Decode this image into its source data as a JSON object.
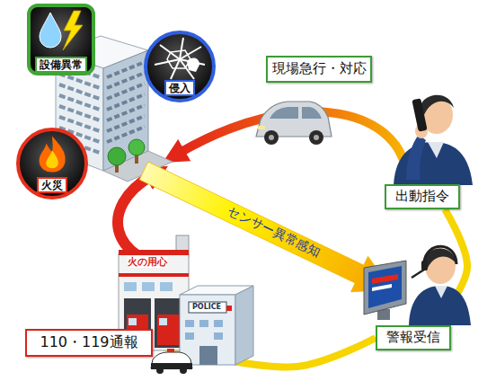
{
  "diagram": {
    "nodes": [
      {
        "text": [
          "設備異常"
        ]
      },
      {
        "text": [
          "侵入"
        ]
      },
      {
        "text": [
          "火災"
        ]
      },
      {
        "text": [
          "現場急行・対応"
        ]
      },
      {
        "text": [
          "出動指令"
        ]
      },
      {
        "text": [
          "警報受信"
        ]
      },
      {
        "text": [
          "110・119通報"
        ]
      }
    ],
    "edges": [
      {
        "from": 5,
        "to": 4,
        "arrow": "none"
      },
      {
        "from": 5,
        "to": 6,
        "arrow": "none"
      }
    ],
    "labels": [
      "センサー異常感知",
      "火の用心",
      "POLICE"
    ]
  }
}
